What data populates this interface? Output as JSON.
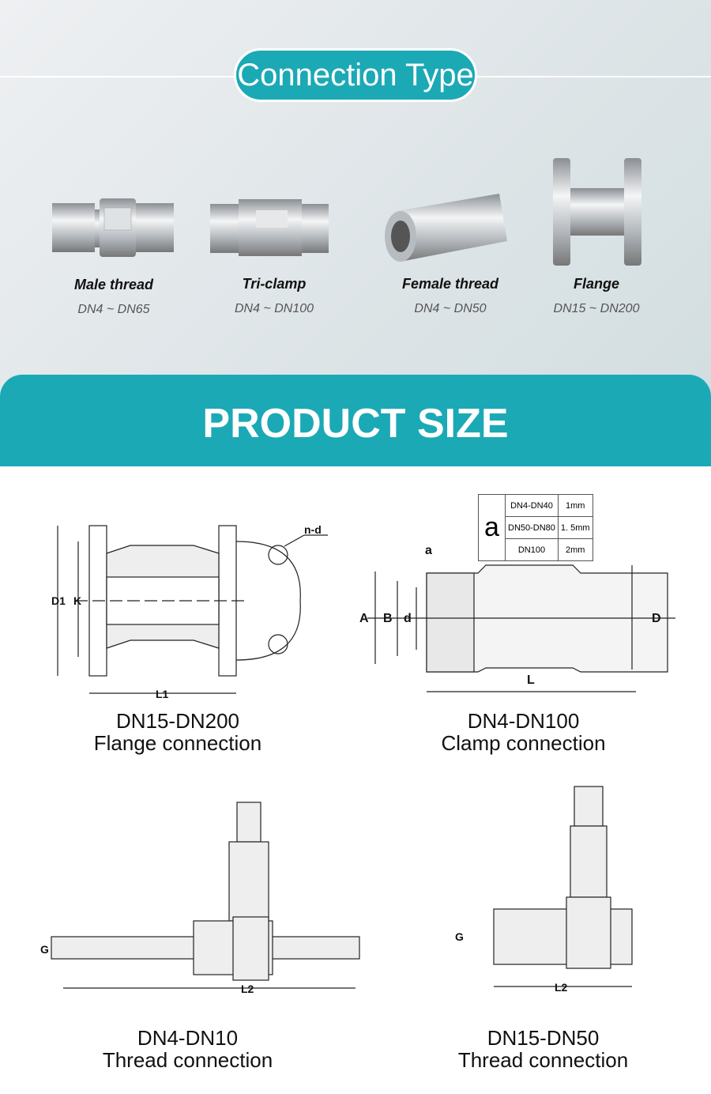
{
  "header": {
    "title": "Connection Type"
  },
  "products": [
    {
      "name": "Male thread",
      "range": "DN4 ~ DN65"
    },
    {
      "name": "Tri-clamp",
      "range": "DN4 ~ DN100"
    },
    {
      "name": "Female thread",
      "range": "DN4 ~ DN50"
    },
    {
      "name": "Flange",
      "range": "DN15 ~ DN200"
    }
  ],
  "band": {
    "title": "PRODUCT SIZE"
  },
  "table": {
    "symbol": "a",
    "rows": [
      {
        "range": "DN4-DN40",
        "value": "1mm"
      },
      {
        "range": "DN50-DN80",
        "value": "1. 5mm"
      },
      {
        "range": "DN100",
        "value": "2mm"
      }
    ]
  },
  "drawings": [
    {
      "range": "DN15-DN200",
      "type": "Flange connection",
      "labels": {
        "d1": "D1",
        "k": "K",
        "nd": "n-d",
        "l1": "L1"
      }
    },
    {
      "range": "DN4-DN100",
      "type": "Clamp connection",
      "labels": {
        "a": "a",
        "A": "A",
        "B": "B",
        "d": "d",
        "D": "D",
        "L": "L"
      }
    },
    {
      "range": "DN4-DN10",
      "type": "Thread connection",
      "labels": {
        "g": "G",
        "l2": "L2"
      }
    },
    {
      "range": "DN15-DN50",
      "type": "Thread connection",
      "labels": {
        "g": "G",
        "l2": "L2"
      }
    }
  ]
}
